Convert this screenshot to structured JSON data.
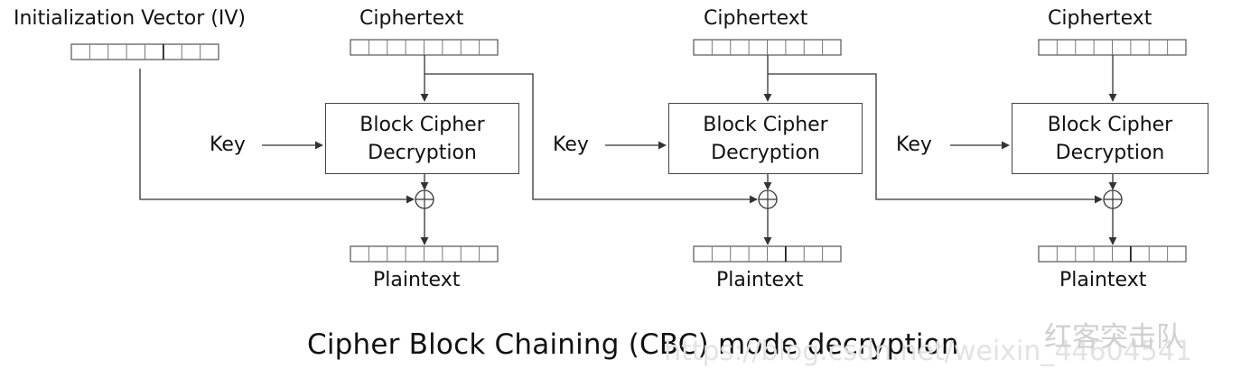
{
  "iv_label": "Initialization Vector (IV)",
  "stages": [
    {
      "ciphertext": "Ciphertext",
      "key": "Key",
      "block_line1": "Block Cipher",
      "block_line2": "Decryption",
      "plaintext": "Plaintext"
    },
    {
      "ciphertext": "Ciphertext",
      "key": "Key",
      "block_line1": "Block Cipher",
      "block_line2": "Decryption",
      "plaintext": "Plaintext"
    },
    {
      "ciphertext": "Ciphertext",
      "key": "Key",
      "block_line1": "Block Cipher",
      "block_line2": "Decryption",
      "plaintext": "Plaintext"
    }
  ],
  "caption": "Cipher Block Chaining (CBC) mode decryption",
  "watermark": {
    "chinese": "红客突击队",
    "url": "https://blog.csdn.net/weixin_44604541"
  },
  "colors": {
    "line": "#333333",
    "box_border": "#444444",
    "watermark": "#d0d0d0"
  }
}
